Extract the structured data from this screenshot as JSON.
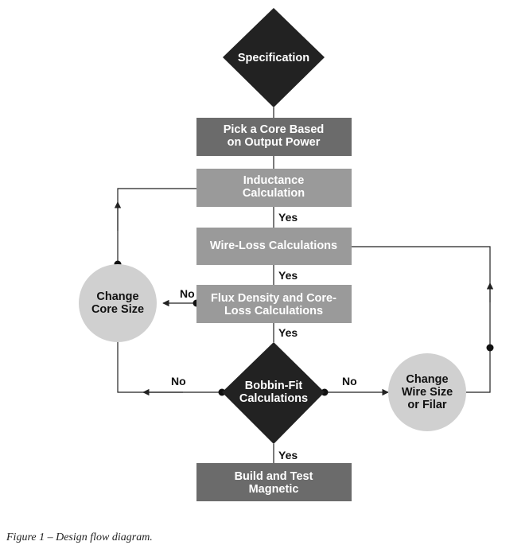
{
  "nodes": {
    "specification": "Specification",
    "pick_core": [
      "Pick a Core Based",
      "on Output Power"
    ],
    "inductance": [
      "Inductance",
      "Calculation"
    ],
    "wire_loss": "Wire-Loss Calculations",
    "flux_density": [
      "Flux Density and Core-",
      "Loss Calculations"
    ],
    "bobbin_fit": [
      "Bobbin-Fit",
      "Calculations"
    ],
    "build_test": [
      "Build and Test",
      "Magnetic"
    ],
    "change_core": [
      "Change",
      "Core Size"
    ],
    "change_wire": [
      "Change",
      "Wire Size",
      "or Filar"
    ]
  },
  "edge_labels": {
    "yes_inductance_to_wire": "Yes",
    "yes_wire_to_flux": "Yes",
    "yes_flux_to_bobbin": "Yes",
    "yes_bobbin_to_build": "Yes",
    "no_flux_to_core": "No",
    "no_bobbin_left": "No",
    "no_bobbin_right": "No"
  },
  "caption": "Figure 1 – Design flow diagram.",
  "colors": {
    "diamond": "#222222",
    "box_dark": "#6b6b6b",
    "box_light": "#9a9a9a",
    "circle": "#d0d0d0",
    "line": "#222222"
  }
}
